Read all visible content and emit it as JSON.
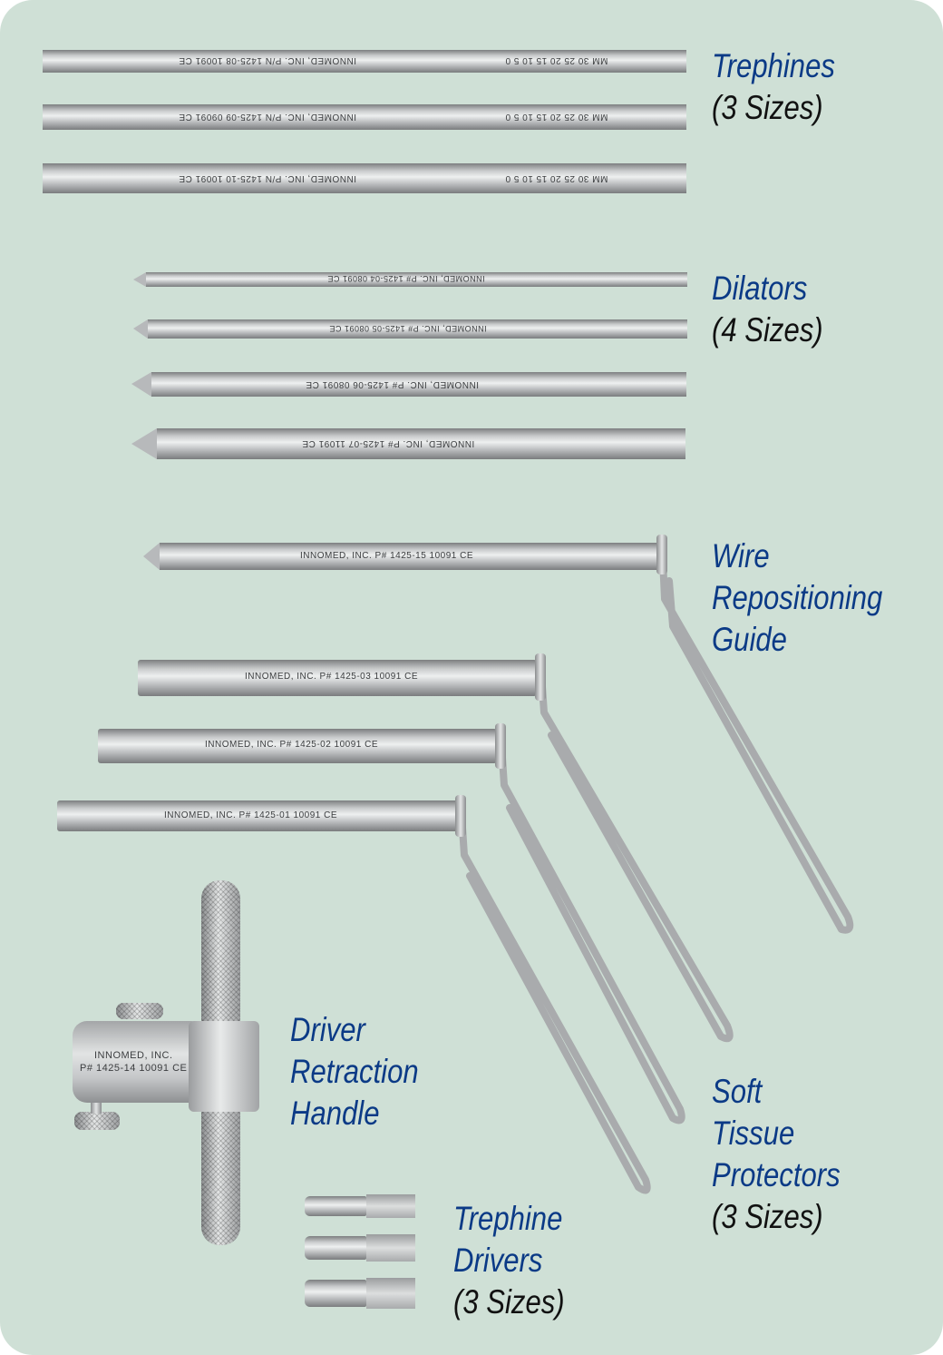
{
  "labels": {
    "trephines": {
      "title": "Trephines",
      "sizes": "(3 Sizes)"
    },
    "dilators": {
      "title": "Dilators",
      "sizes": "(4 Sizes)"
    },
    "wire_guide": {
      "lines": [
        "Wire",
        "Repositioning",
        "Guide"
      ]
    },
    "soft_tissue": {
      "lines": [
        "Soft",
        "Tissue",
        "Protectors"
      ],
      "sizes": "(3 Sizes)"
    },
    "driver_handle": {
      "lines": [
        "Driver",
        "Retraction",
        "Handle"
      ]
    },
    "trephine_drivers": {
      "lines": [
        "Trephine",
        "Drivers"
      ],
      "sizes": "(3 Sizes)"
    }
  },
  "engravings": {
    "trephines": [
      "INNOMED, INC.  P/N 1425-08  10091  CE",
      "INNOMED, INC.  P/N 1425-09  09091  CE",
      "INNOMED, INC.  P/N 1425-10  10091  CE"
    ],
    "scale": "MM 30 25 20 15 10 5 0",
    "dilators": [
      "INNOMED, INC.   P# 1425-04 08091  CE",
      "INNOMED, INC.   P# 1425-05 08091  CE",
      "INNOMED, INC.   P# 1425-06 08091  CE",
      "INNOMED, INC.   P# 1425-07 11091  CE"
    ],
    "wire_guide": "INNOMED, INC.     P# 1425-15 10091    CE",
    "protectors": [
      "INNOMED, INC.     P# 1425-03  10091    CE",
      "INNOMED, INC.     P# 1425-02  10091    CE",
      "INNOMED, INC.     P# 1425-01  10091    CE"
    ],
    "handle": [
      "INNOMED, INC.",
      "P# 1425-14 10091 CE"
    ]
  },
  "colors": {
    "background": "#cfe0d6",
    "title": "#0b3a86",
    "subtitle": "#111111"
  }
}
